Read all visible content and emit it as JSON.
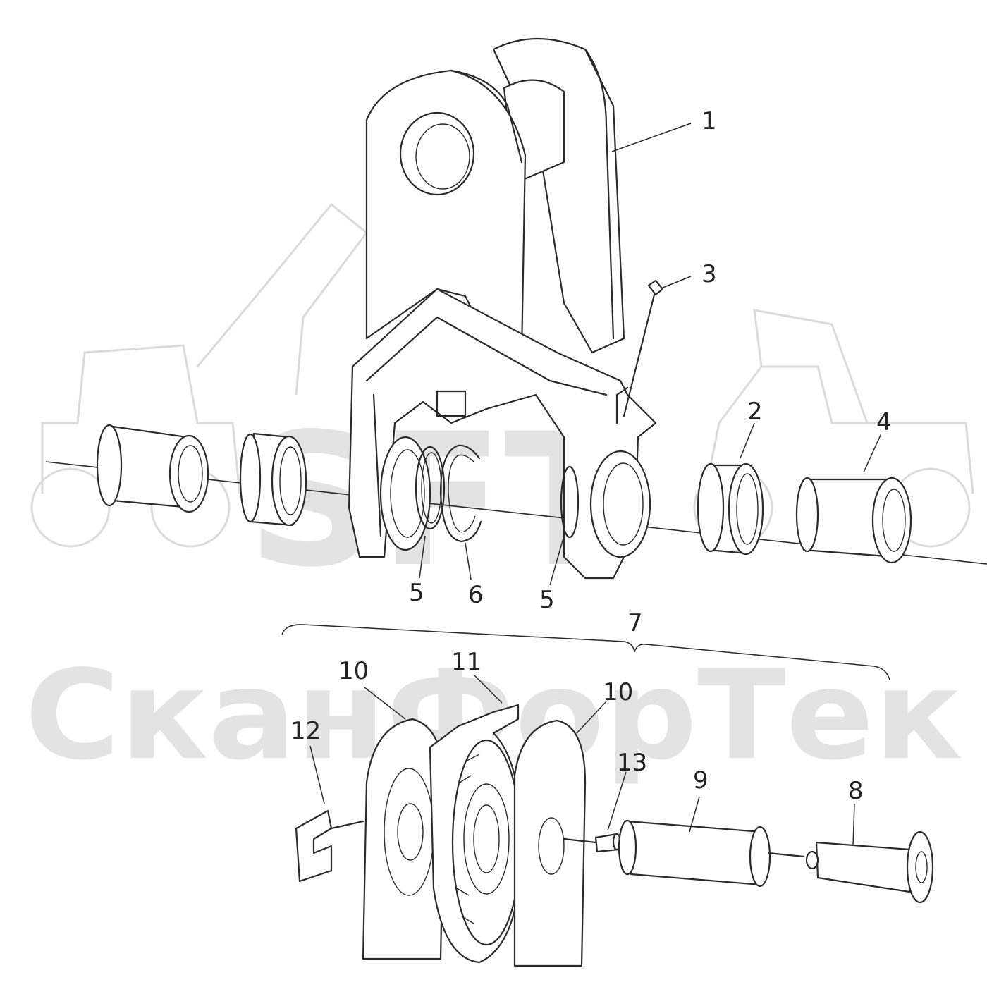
{
  "watermark": {
    "brand_letters": "SFT",
    "brand_name": "СканФорТек",
    "color": "#e3e3e3"
  },
  "callouts": [
    {
      "id": "c1",
      "label": "1"
    },
    {
      "id": "c2",
      "label": "2"
    },
    {
      "id": "c3",
      "label": "3"
    },
    {
      "id": "c4",
      "label": "4"
    },
    {
      "id": "c5a",
      "label": "5"
    },
    {
      "id": "c6",
      "label": "6"
    },
    {
      "id": "c5b",
      "label": "5"
    },
    {
      "id": "c7",
      "label": "7"
    },
    {
      "id": "c10a",
      "label": "10"
    },
    {
      "id": "c11",
      "label": "11"
    },
    {
      "id": "c10b",
      "label": "10"
    },
    {
      "id": "c12",
      "label": "12"
    },
    {
      "id": "c13",
      "label": "13"
    },
    {
      "id": "c9",
      "label": "9"
    },
    {
      "id": "c8",
      "label": "8"
    }
  ],
  "colors": {
    "line": "#2a2a2a",
    "background": "#ffffff"
  }
}
